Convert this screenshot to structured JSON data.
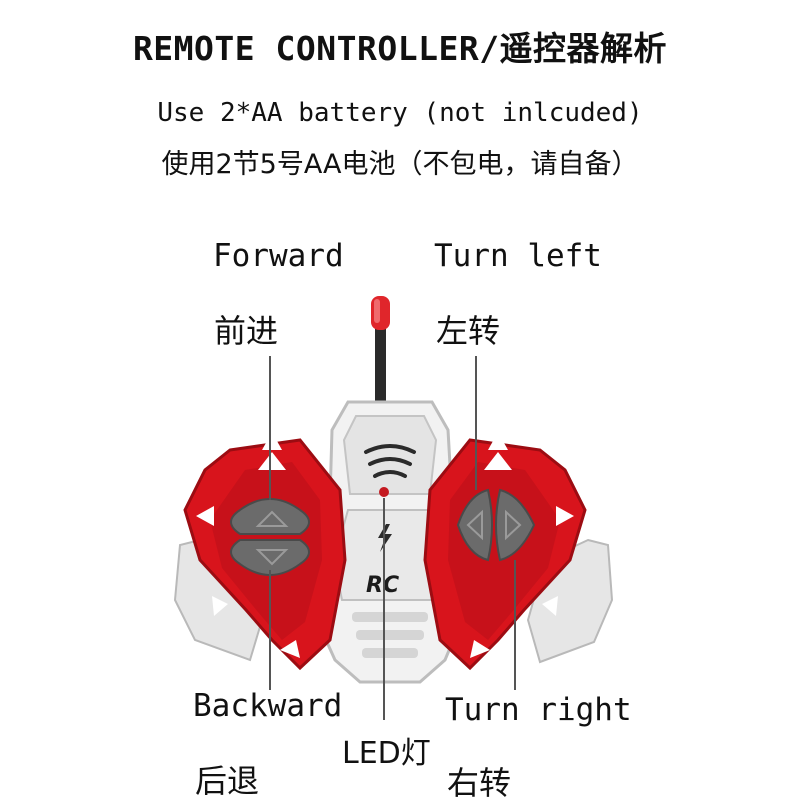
{
  "header": {
    "title": "REMOTE CONTROLLER/遥控器解析",
    "battery_en": "Use 2*AA battery (not inlcuded)",
    "battery_zh": "使用2节5号AA电池（不包电，请自备）"
  },
  "labels": {
    "forward_en": "Forward",
    "forward_zh": "前进",
    "turn_left_en": "Turn left",
    "turn_left_zh": "左转",
    "backward_en": "Backward",
    "backward_zh": "后退",
    "turn_right_en": "Turn right",
    "turn_right_zh": "右转",
    "led": "LED灯"
  },
  "device": {
    "logo_text": "RC",
    "colors": {
      "body_red": "#d8141c",
      "dark_red": "#9c0c12",
      "body_white": "#f2f2f2",
      "body_grey": "#cfcfcf",
      "button_grey": "#6b6b6b",
      "antenna": "#2a2a2a",
      "antenna_tip": "#e0262b"
    },
    "icons": [
      "up-arrow-icon",
      "down-arrow-icon",
      "left-arrow-icon",
      "right-arrow-icon",
      "signal-icon",
      "lightning-icon"
    ]
  }
}
